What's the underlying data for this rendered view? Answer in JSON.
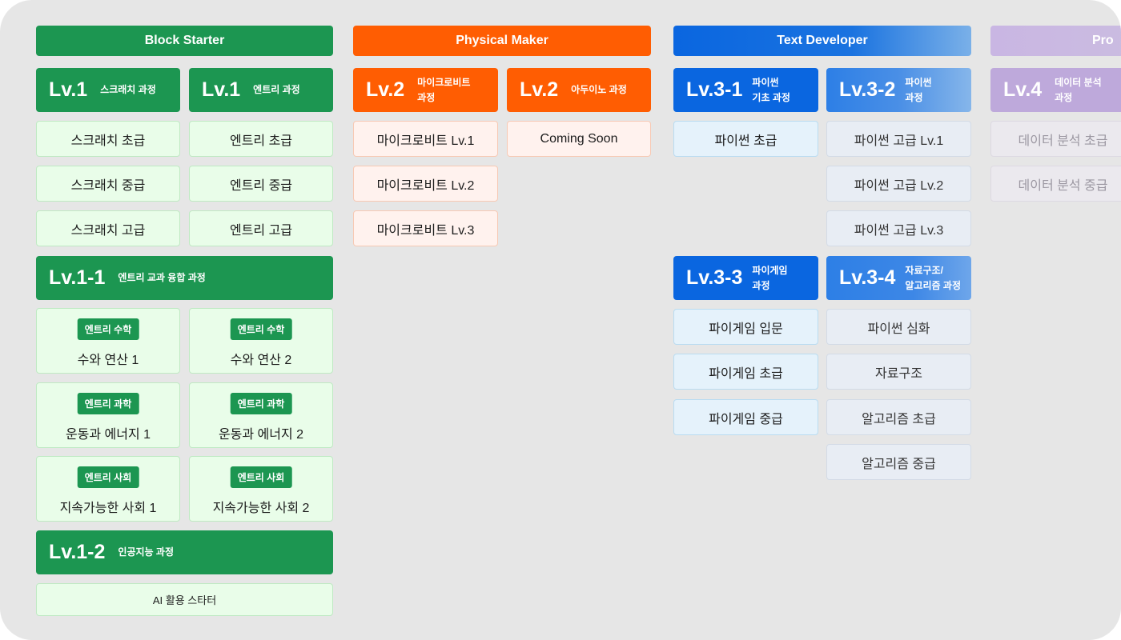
{
  "tracks": {
    "block": "Block Starter",
    "physical": "Physical Maker",
    "text": "Text Developer",
    "pro": "Pro"
  },
  "block": {
    "lv1_scratch": {
      "num": "Lv.1",
      "title": "스크래치 과정"
    },
    "lv1_entry": {
      "num": "Lv.1",
      "title": "엔트리 과정"
    },
    "scratch_courses": [
      "스크래치 초급",
      "스크래치 중급",
      "스크래치 고급"
    ],
    "entry_courses": [
      "엔트리 초급",
      "엔트리 중급",
      "엔트리 고급"
    ],
    "lv1_1": {
      "num": "Lv.1-1",
      "title": "엔트리 교과 융합 과정"
    },
    "subjects": [
      {
        "tag": "엔트리 수학",
        "name": "수와 연산 1"
      },
      {
        "tag": "엔트리 수학",
        "name": "수와 연산 2"
      },
      {
        "tag": "엔트리 과학",
        "name": "운동과 에너지 1"
      },
      {
        "tag": "엔트리 과학",
        "name": "운동과 에너지 2"
      },
      {
        "tag": "엔트리 사회",
        "name": "지속가능한 사회 1"
      },
      {
        "tag": "엔트리 사회",
        "name": "지속가능한 사회 2"
      }
    ],
    "lv1_2": {
      "num": "Lv.1-2",
      "title": "인공지능 과정"
    },
    "ai_course": "AI 활용 스타터"
  },
  "physical": {
    "lv2_microbit": {
      "num": "Lv.2",
      "title": "마이크로비트\n과정"
    },
    "lv2_arduino": {
      "num": "Lv.2",
      "title": "아두이노 과정"
    },
    "microbit_courses": [
      "마이크로비트 Lv.1",
      "마이크로비트 Lv.2",
      "마이크로비트 Lv.3"
    ],
    "arduino_course": "Coming Soon"
  },
  "text": {
    "lv3_1": {
      "num": "Lv.3-1",
      "title": "파이썬\n기초 과정"
    },
    "lv3_2": {
      "num": "Lv.3-2",
      "title": "파이썬\n과정"
    },
    "lv3_1_courses": [
      "파이썬 초급"
    ],
    "lv3_2_courses": [
      "파이썬 고급 Lv.1",
      "파이썬 고급 Lv.2",
      "파이썬 고급 Lv.3"
    ],
    "lv3_3": {
      "num": "Lv.3-3",
      "title": "파이게임\n과정"
    },
    "lv3_4": {
      "num": "Lv.3-4",
      "title": "자료구조/\n알고리즘 과정"
    },
    "lv3_3_courses": [
      "파이게임 입문",
      "파이게임 초급",
      "파이게임 중급"
    ],
    "lv3_4_courses": [
      "파이썬 심화",
      "자료구조",
      "알고리즘 초급",
      "알고리즘 중급"
    ]
  },
  "pro": {
    "lv4": {
      "num": "Lv.4",
      "title": "데이터 분석\n과정"
    },
    "courses": [
      "데이터 분석 초급",
      "데이터 분석 중급"
    ]
  },
  "colors": {
    "green": "#1c9651",
    "orange": "#ff5d02",
    "blue": "#0a66e0",
    "purple": "#b69ad6"
  }
}
